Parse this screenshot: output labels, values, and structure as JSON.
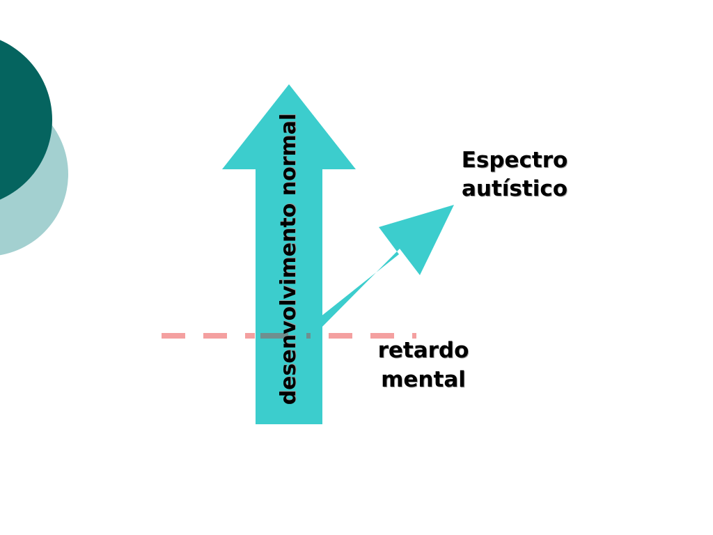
{
  "diagram": {
    "vertical_arrow_label": "desenvolvimento normal",
    "branch_label": {
      "line1": "Espectro",
      "line2": "autístico"
    },
    "threshold_label": {
      "line1": "retardo",
      "line2": "mental"
    }
  },
  "colors": {
    "arrow": "#3ccdcd",
    "dashed_line": "#f4a0a0",
    "dashed_line_over_arrow": "#6f8f8f",
    "circle_dark": "#05645f",
    "circle_light": "#a3d0d0"
  }
}
